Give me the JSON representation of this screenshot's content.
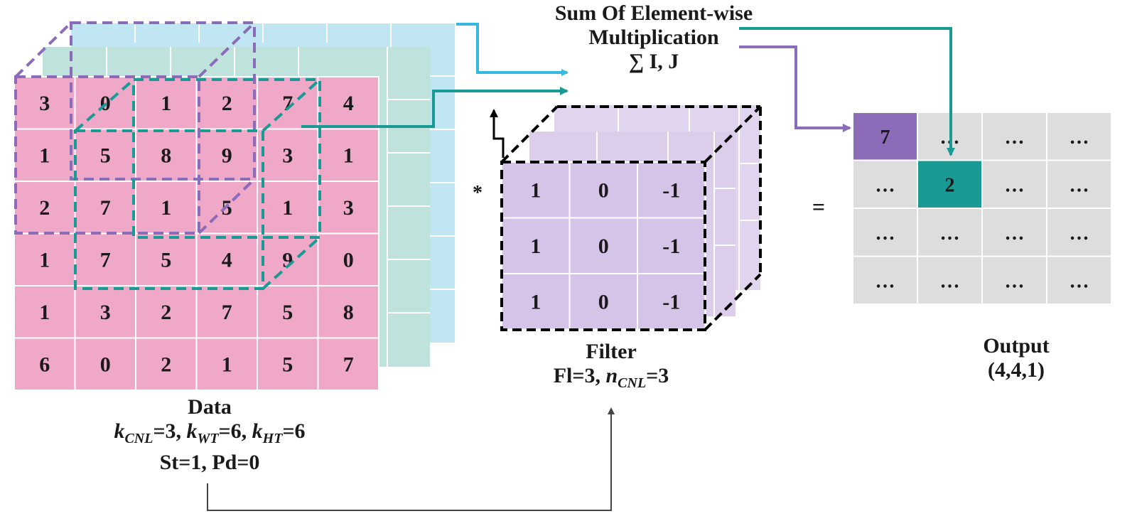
{
  "colors": {
    "data_cell": "#f0a8c8",
    "data_back_layer": "#bfe6f2",
    "data_mid_layer": "#bfe3dc",
    "filter_cell": "#d6c4e8",
    "output_cell": "#dddddd",
    "highlight_purple": "#8a6cb8",
    "highlight_teal": "#1a9a94",
    "arrow_purple": "#8a6cb8",
    "arrow_teal": "#1a9a94",
    "arrow_cyan": "#36b8e0"
  },
  "data": {
    "grid": [
      [
        "3",
        "0",
        "1",
        "2",
        "7",
        "4"
      ],
      [
        "1",
        "5",
        "8",
        "9",
        "3",
        "1"
      ],
      [
        "2",
        "7",
        "1",
        "5",
        "1",
        "3"
      ],
      [
        "1",
        "7",
        "5",
        "4",
        "9",
        "0"
      ],
      [
        "1",
        "3",
        "2",
        "7",
        "5",
        "8"
      ],
      [
        "6",
        "0",
        "2",
        "1",
        "5",
        "7"
      ]
    ],
    "title": "Data",
    "k_sym": "k",
    "cnl_sub": "CNL",
    "cnl_val": "=3, ",
    "wt_sub": "WT",
    "wt_val": "=6, ",
    "ht_sub": "HT",
    "ht_val": "=6",
    "params": "St=1, Pd=0"
  },
  "filter": {
    "grid": [
      [
        "1",
        "0",
        "-1"
      ],
      [
        "1",
        "0",
        "-1"
      ],
      [
        "1",
        "0",
        "-1"
      ]
    ],
    "title": "Filter",
    "fl": "Fl=3, ",
    "n_sym": "n",
    "cnl_sub": "CNL",
    "cnl_val": "=3"
  },
  "operators": {
    "convolve": "*",
    "equals": "="
  },
  "sum_label": {
    "line1": "Sum Of Element-wise",
    "line2": "Multiplication",
    "line3": "∑ I, J"
  },
  "output": {
    "grid": [
      [
        "7",
        "…",
        "…",
        "…"
      ],
      [
        "…",
        "2",
        "…",
        "…"
      ],
      [
        "…",
        "…",
        "…",
        "…"
      ],
      [
        "…",
        "…",
        "…",
        "…"
      ]
    ],
    "title": "Output",
    "shape": "(4,4,1)"
  }
}
